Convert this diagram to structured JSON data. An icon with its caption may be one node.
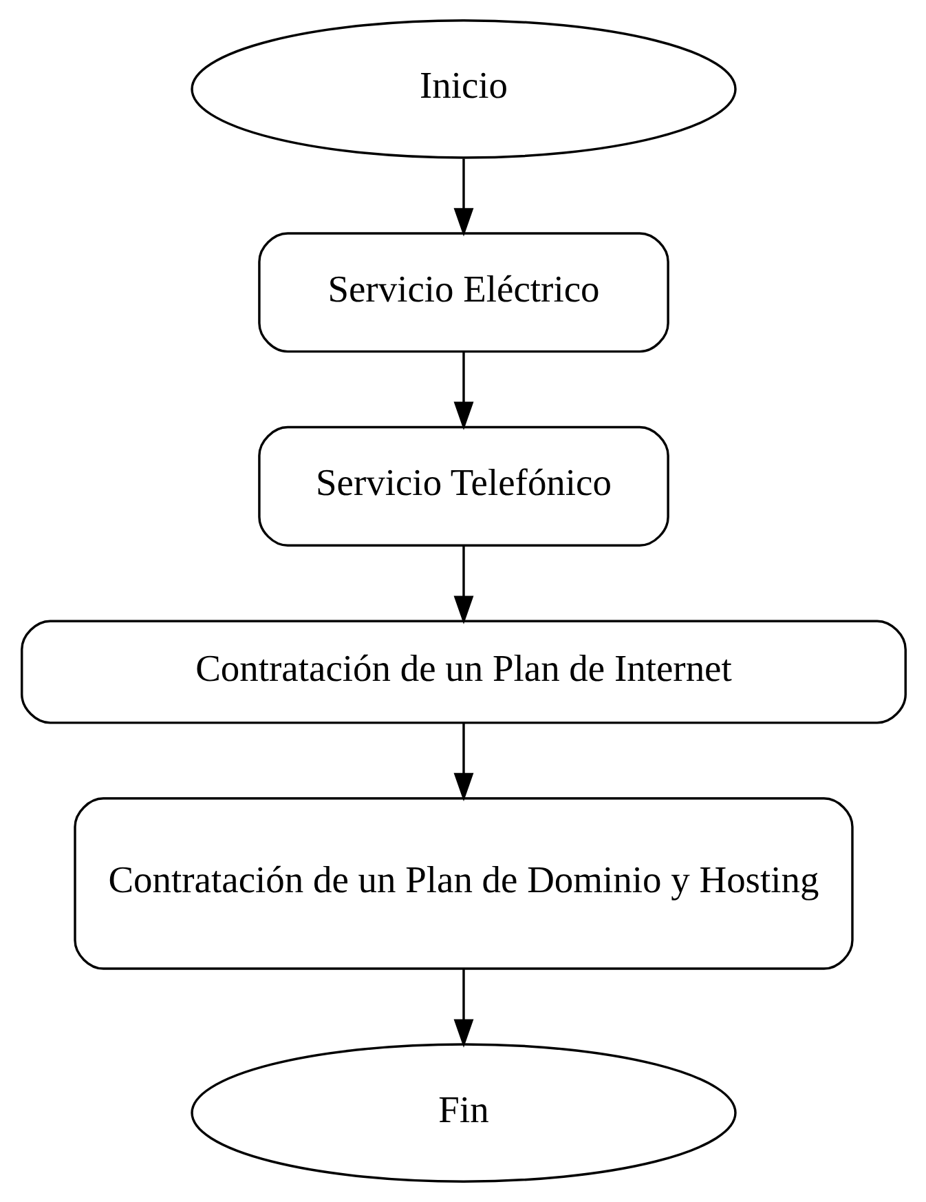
{
  "diagram": {
    "nodes": [
      {
        "text": [
          "Inicio"
        ]
      },
      {
        "text": [
          "Servicio Eléctrico"
        ]
      },
      {
        "text": [
          "Servicio Telefónico"
        ]
      },
      {
        "text": [
          "Contratación de un Plan de Internet"
        ]
      },
      {
        "text": [
          "Contratación de un Plan de Dominio y Hosting"
        ]
      },
      {
        "text": [
          "Fin"
        ]
      }
    ],
    "edges": [
      {
        "from": 0,
        "to": 1,
        "arrow": "to"
      },
      {
        "from": 1,
        "to": 2,
        "arrow": "to"
      },
      {
        "from": 2,
        "to": 3,
        "arrow": "to"
      },
      {
        "from": 3,
        "to": 4,
        "arrow": "to"
      },
      {
        "from": 4,
        "to": 5,
        "arrow": "to"
      }
    ]
  }
}
